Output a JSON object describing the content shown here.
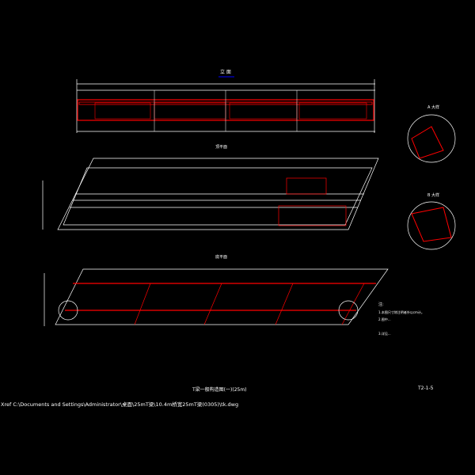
{
  "drawing": {
    "title": "T梁一般构造图(一)(25m)",
    "sheet_no": "T2-1-5",
    "xref_path": "Xref C:\\Documents and Settings\\Administrator\\桌面\\25mT梁\\10.4m桥宽25mT梁(0305)\\tk.dwg",
    "views": {
      "elevation": "立 面",
      "top_plan": "顶平面",
      "bottom_plan": "底平面",
      "detail_a": "A 大样",
      "detail_b": "B 大样"
    },
    "notes_heading": "注:",
    "notes": [
      "1.本图尺寸除注明者外以cm计。",
      "2.图中...",
      "3.详见..."
    ]
  },
  "colors": {
    "background": "#000000",
    "lines": "#ffffff",
    "highlight": "#ff0000",
    "title_underline": "#0000ff"
  }
}
